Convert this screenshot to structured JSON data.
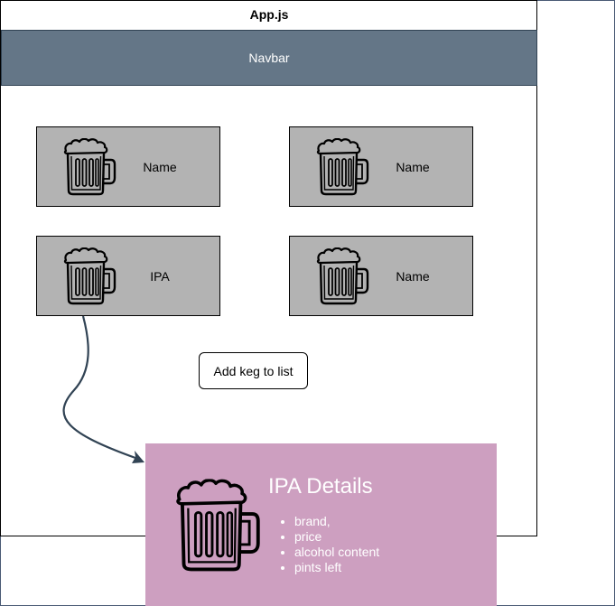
{
  "app": {
    "title": "App.js"
  },
  "navbar": {
    "label": "Navbar"
  },
  "cards": [
    {
      "label": "Name"
    },
    {
      "label": "Name"
    },
    {
      "label": "IPA"
    },
    {
      "label": "Name"
    }
  ],
  "add_button": {
    "label": "Add keg to list"
  },
  "details": {
    "title": "IPA Details",
    "items": [
      "brand,",
      "price",
      "alcohol content",
      "pints left"
    ]
  },
  "colors": {
    "navbar": "#647687",
    "card": "#b3b3b3",
    "details": "#cd9fc0",
    "connector": "#314354"
  }
}
